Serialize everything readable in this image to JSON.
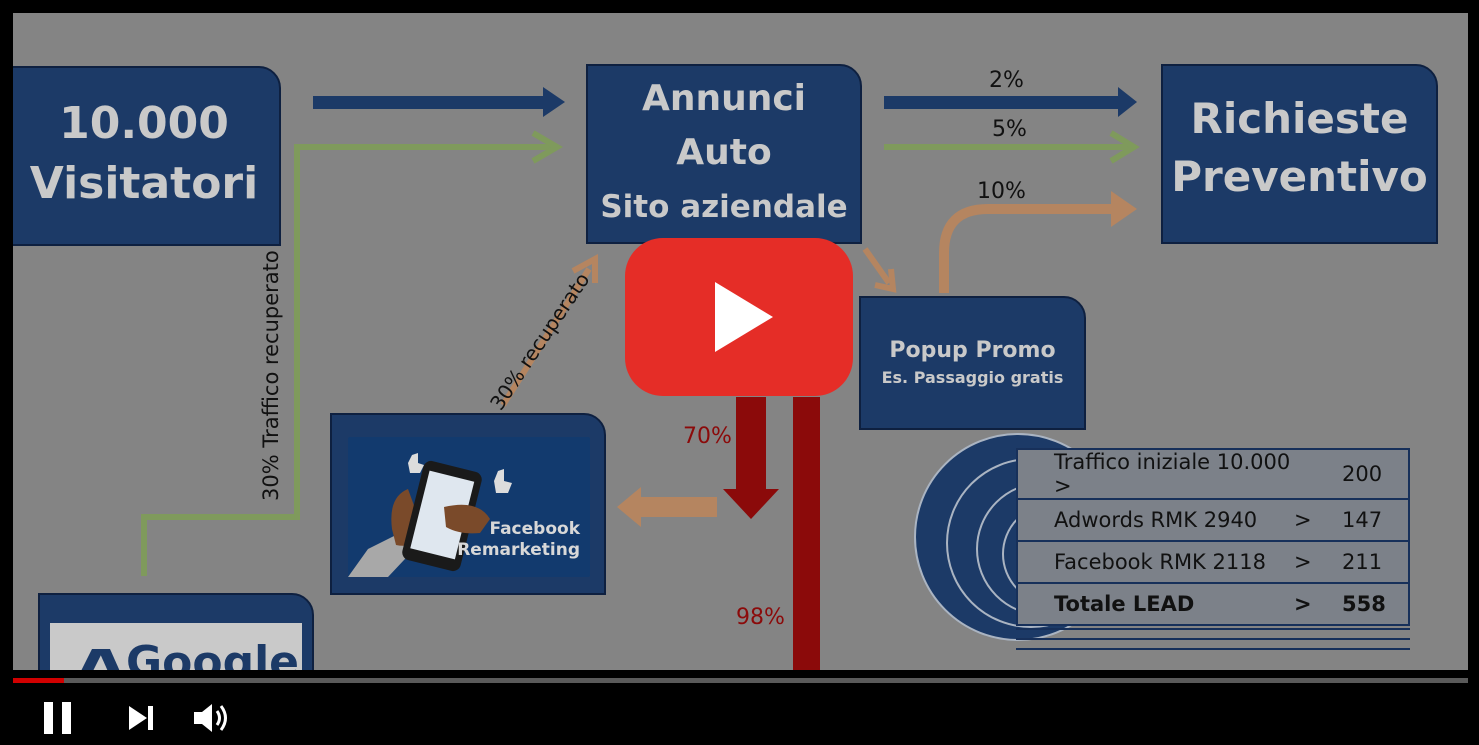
{
  "diagram": {
    "visitors_line1": "10.000",
    "visitors_line2": "Visitatori",
    "annunci_line1": "Annunci",
    "annunci_line2": "Auto",
    "annunci_line3": "Sito aziendale",
    "richieste_line1": "Richieste",
    "richieste_line2": "Preventivo",
    "popup_title": "Popup Promo",
    "popup_subtitle": "Es. Passaggio gratis",
    "pct_2": "2%",
    "pct_5": "5%",
    "pct_10": "10%",
    "pct_70": "70%",
    "pct_98": "98%",
    "traffic_recovered": "30% Traffico recuperato",
    "recovered": "30% recuperato",
    "facebook_line1": "Facebook",
    "facebook_line2": "Remarketing",
    "google_word": "Google"
  },
  "lead_table": [
    {
      "source": "Traffico iniziale 10.000 >",
      "sep": "",
      "value": "200"
    },
    {
      "source": "Adwords RMK 2940",
      "sep": ">",
      "value": "147"
    },
    {
      "source": "Facebook RMK 2118",
      "sep": ">",
      "value": "211"
    },
    {
      "source": "Totale LEAD",
      "sep": ">",
      "value": "558"
    }
  ],
  "colors": {
    "box_blue": "#1c3a67",
    "arrow_navy": "#1c3a67",
    "arrow_green": "#7f9a5c",
    "arrow_tan": "#b58560",
    "arrow_red": "#8b0a0a",
    "youtube_red": "#e52d27",
    "progress_red": "#d10000"
  },
  "player": {
    "progress": 0.035,
    "icons": [
      "pause-icon",
      "next-icon",
      "volume-icon"
    ]
  }
}
